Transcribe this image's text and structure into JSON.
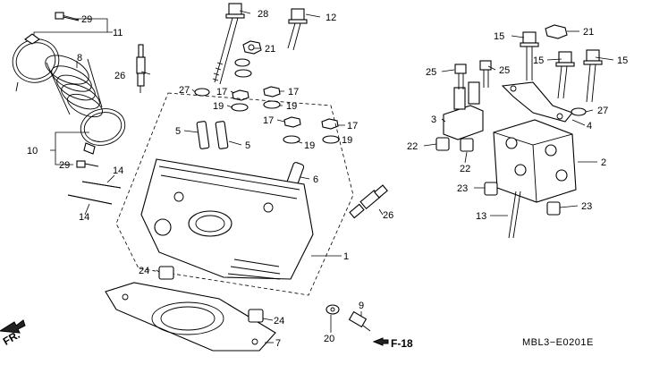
{
  "diagram": {
    "drawing_code": "MBL3−E0201E",
    "direction_ref": "F-18",
    "front_mark": "FR.",
    "callouts": {
      "c1": "1",
      "c2": "2",
      "c3": "3",
      "c4": "4",
      "c5a": "5",
      "c5b": "5",
      "c6": "6",
      "c7": "7",
      "c8": "8",
      "c9": "9",
      "c10": "10",
      "c11": "11",
      "c12": "12",
      "c13": "13",
      "c14a": "14",
      "c14b": "14",
      "c15a": "15",
      "c15b": "15",
      "c15c": "15",
      "c17a": "17",
      "c17b": "17",
      "c17c": "17",
      "c17d": "17",
      "c19a": "19",
      "c19b": "19",
      "c19c": "19",
      "c19d": "19",
      "c20": "20",
      "c21a": "21",
      "c21b": "21",
      "c22a": "22",
      "c22b": "22",
      "c23a": "23",
      "c23b": "23",
      "c24a": "24",
      "c24b": "24",
      "c25a": "25",
      "c25b": "25",
      "c26a": "26",
      "c26b": "26",
      "c27a": "27",
      "c27b": "27",
      "c28": "28",
      "c29a": "29",
      "c29b": "29"
    }
  }
}
